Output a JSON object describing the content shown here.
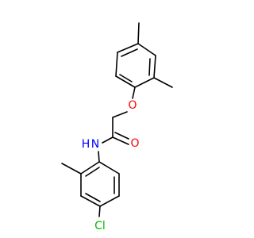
{
  "diagram": {
    "type": "chemical-structure",
    "colors": {
      "bond": "#000000",
      "oxygen": "#ff0000",
      "nitrogen": "#0000ff",
      "chlorine": "#00bb00",
      "hydrogen_on_n": "#0000ff"
    },
    "atoms": {
      "ether_oxygen": "O",
      "carbonyl_oxygen": "O",
      "amide_nitrogen": "N",
      "amide_hydrogen": "H",
      "chlorine": "Cl"
    }
  }
}
